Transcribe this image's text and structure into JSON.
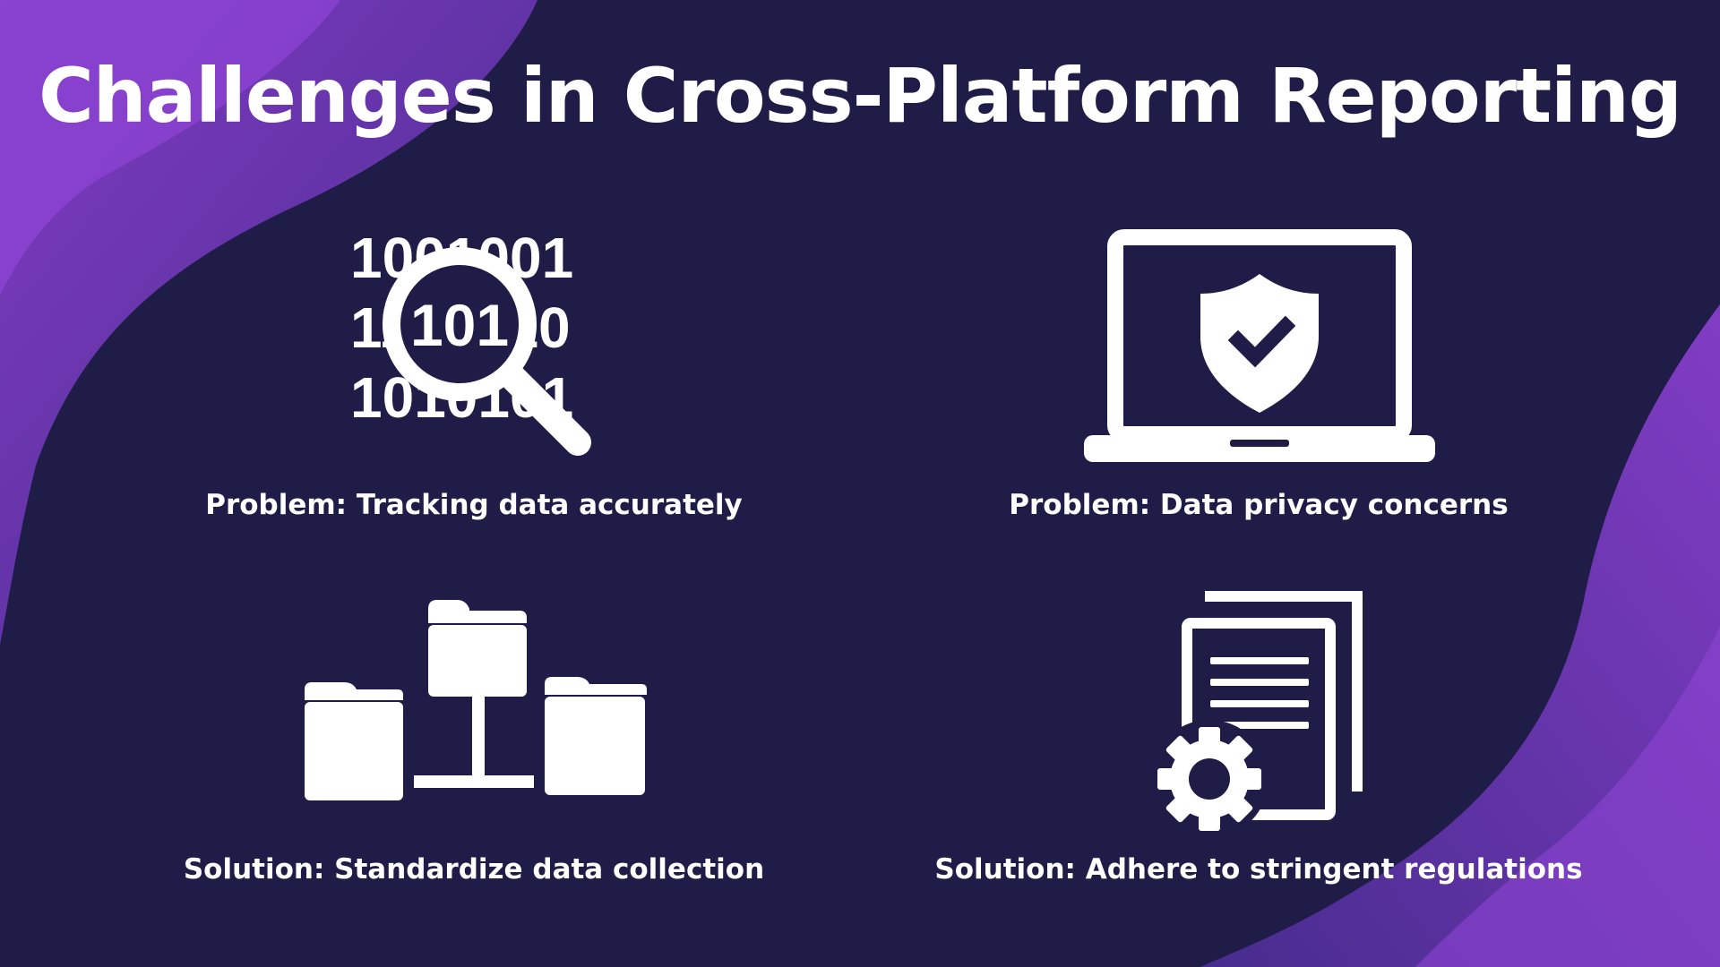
{
  "title": "Challenges in Cross-Platform Reporting",
  "items": [
    {
      "caption": "Problem: Tracking data accurately",
      "icon": "binary-magnifier-icon",
      "binary_rows": [
        "1001001",
        "1101010",
        "1010101"
      ],
      "lens_digits": "101"
    },
    {
      "caption": "Problem: Data privacy concerns",
      "icon": "laptop-shield-icon"
    },
    {
      "caption": "Solution: Standardize data collection",
      "icon": "folder-network-icon"
    },
    {
      "caption": "Solution: Adhere to stringent regulations",
      "icon": "document-gear-icon"
    }
  ],
  "colors": {
    "background": "#1f1c48",
    "accent_purple": "#7a3bc0",
    "text": "#ffffff"
  }
}
